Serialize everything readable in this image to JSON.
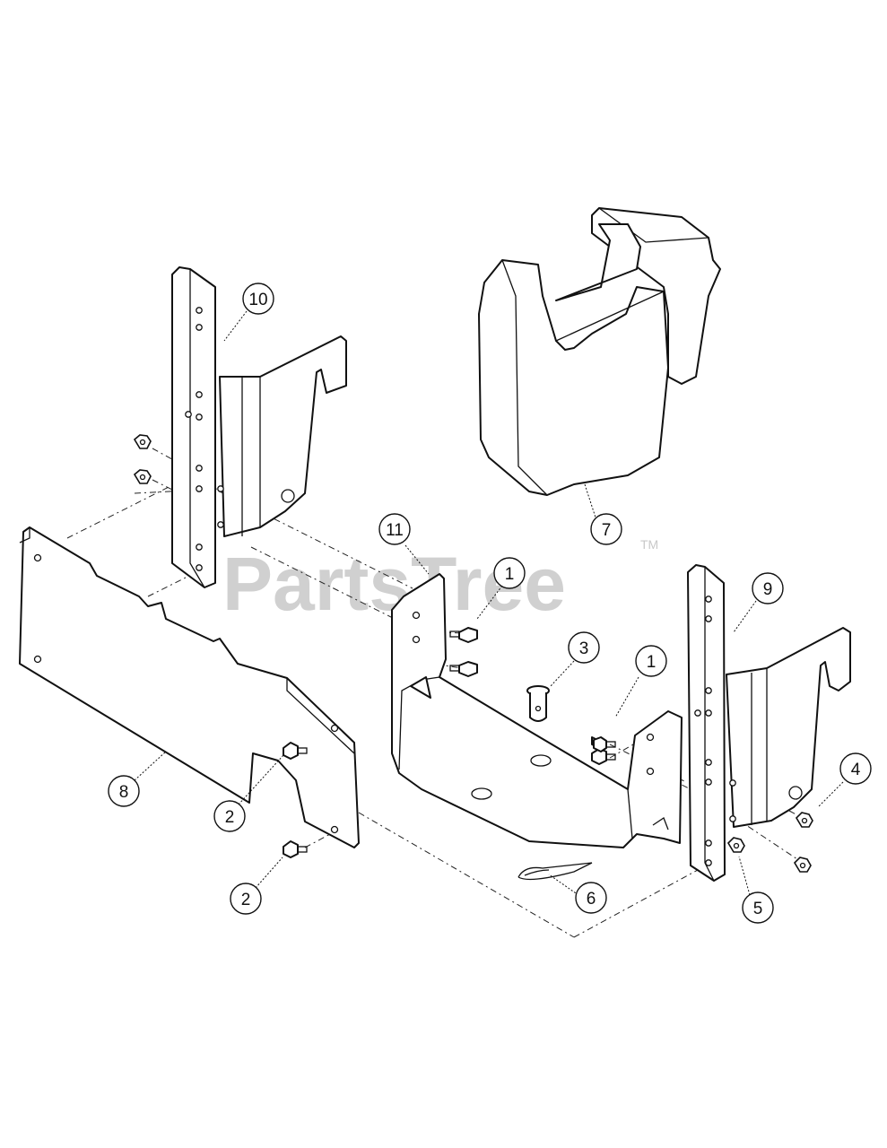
{
  "watermark": {
    "text": "PartsTree",
    "trademark": "TM"
  },
  "callouts": [
    {
      "id": "c10",
      "label": "10",
      "part": "front-left-mounting-bracket"
    },
    {
      "id": "c7",
      "label": "7",
      "part": "suitcase-weight"
    },
    {
      "id": "c11",
      "label": "11",
      "part": "weight-bracket"
    },
    {
      "id": "c1a",
      "label": "1",
      "part": "bolt"
    },
    {
      "id": "c9",
      "label": "9",
      "part": "front-right-mounting-bracket"
    },
    {
      "id": "c3",
      "label": "3",
      "part": "clevis-pin"
    },
    {
      "id": "c1b",
      "label": "1",
      "part": "bolt"
    },
    {
      "id": "c4",
      "label": "4",
      "part": "nut"
    },
    {
      "id": "c8",
      "label": "8",
      "part": "front-plate"
    },
    {
      "id": "c2a",
      "label": "2",
      "part": "bolt"
    },
    {
      "id": "c2b",
      "label": "2",
      "part": "bolt"
    },
    {
      "id": "c6",
      "label": "6",
      "part": "hairpin-clip"
    },
    {
      "id": "c5",
      "label": "5",
      "part": "nut"
    }
  ]
}
